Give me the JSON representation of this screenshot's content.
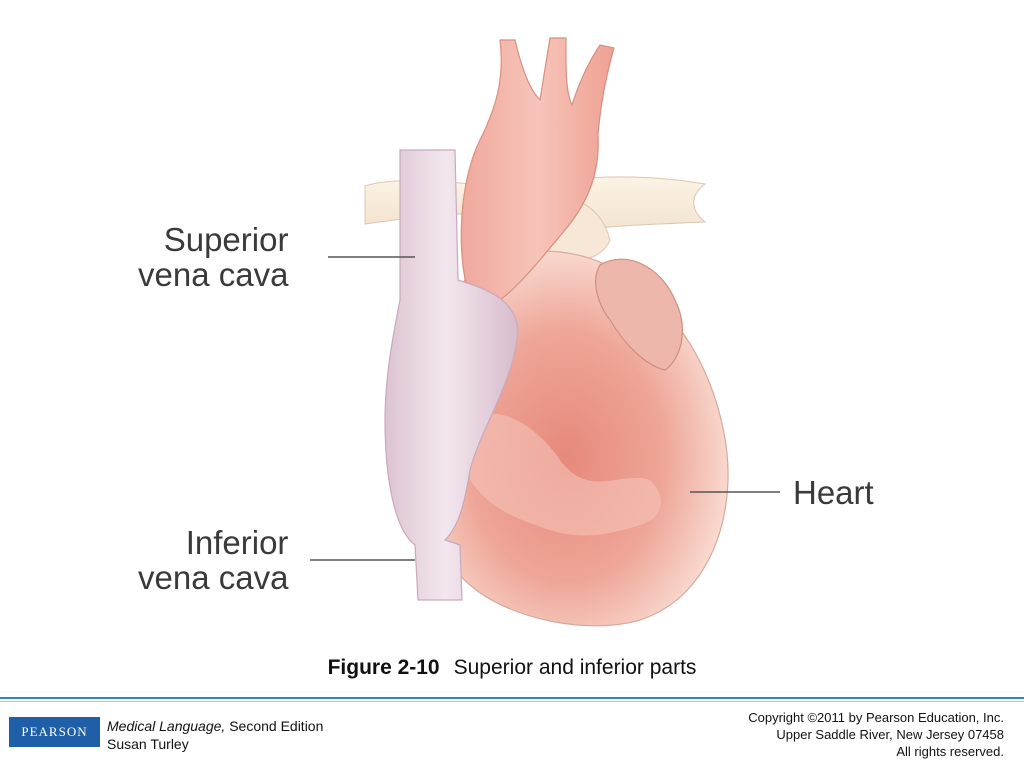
{
  "labels": {
    "superior_vena_cava": [
      "Superior",
      "vena cava"
    ],
    "inferior_vena_cava": [
      "Inferior",
      "vena cava"
    ],
    "heart": "Heart"
  },
  "caption": {
    "figure_number": "Figure 2-10",
    "text": "Superior and inferior parts"
  },
  "footer": {
    "logo_text": "PEARSON",
    "book_title": "Medical Language,",
    "edition": " Second Edition",
    "author": "Susan Turley",
    "copyright_lines": [
      "Copyright ©2011 by Pearson Education, Inc.",
      "Upper Saddle River, New Jersey 07458",
      "All rights reserved."
    ]
  },
  "colors": {
    "accent": "#2e86c8",
    "logo_bg": "#1f5fa8",
    "vena_cava": "#e9d7e2",
    "heart_outer": "#f9d9cf",
    "heart_inner": "#e9968a",
    "aorta": "#f2b3a8"
  }
}
